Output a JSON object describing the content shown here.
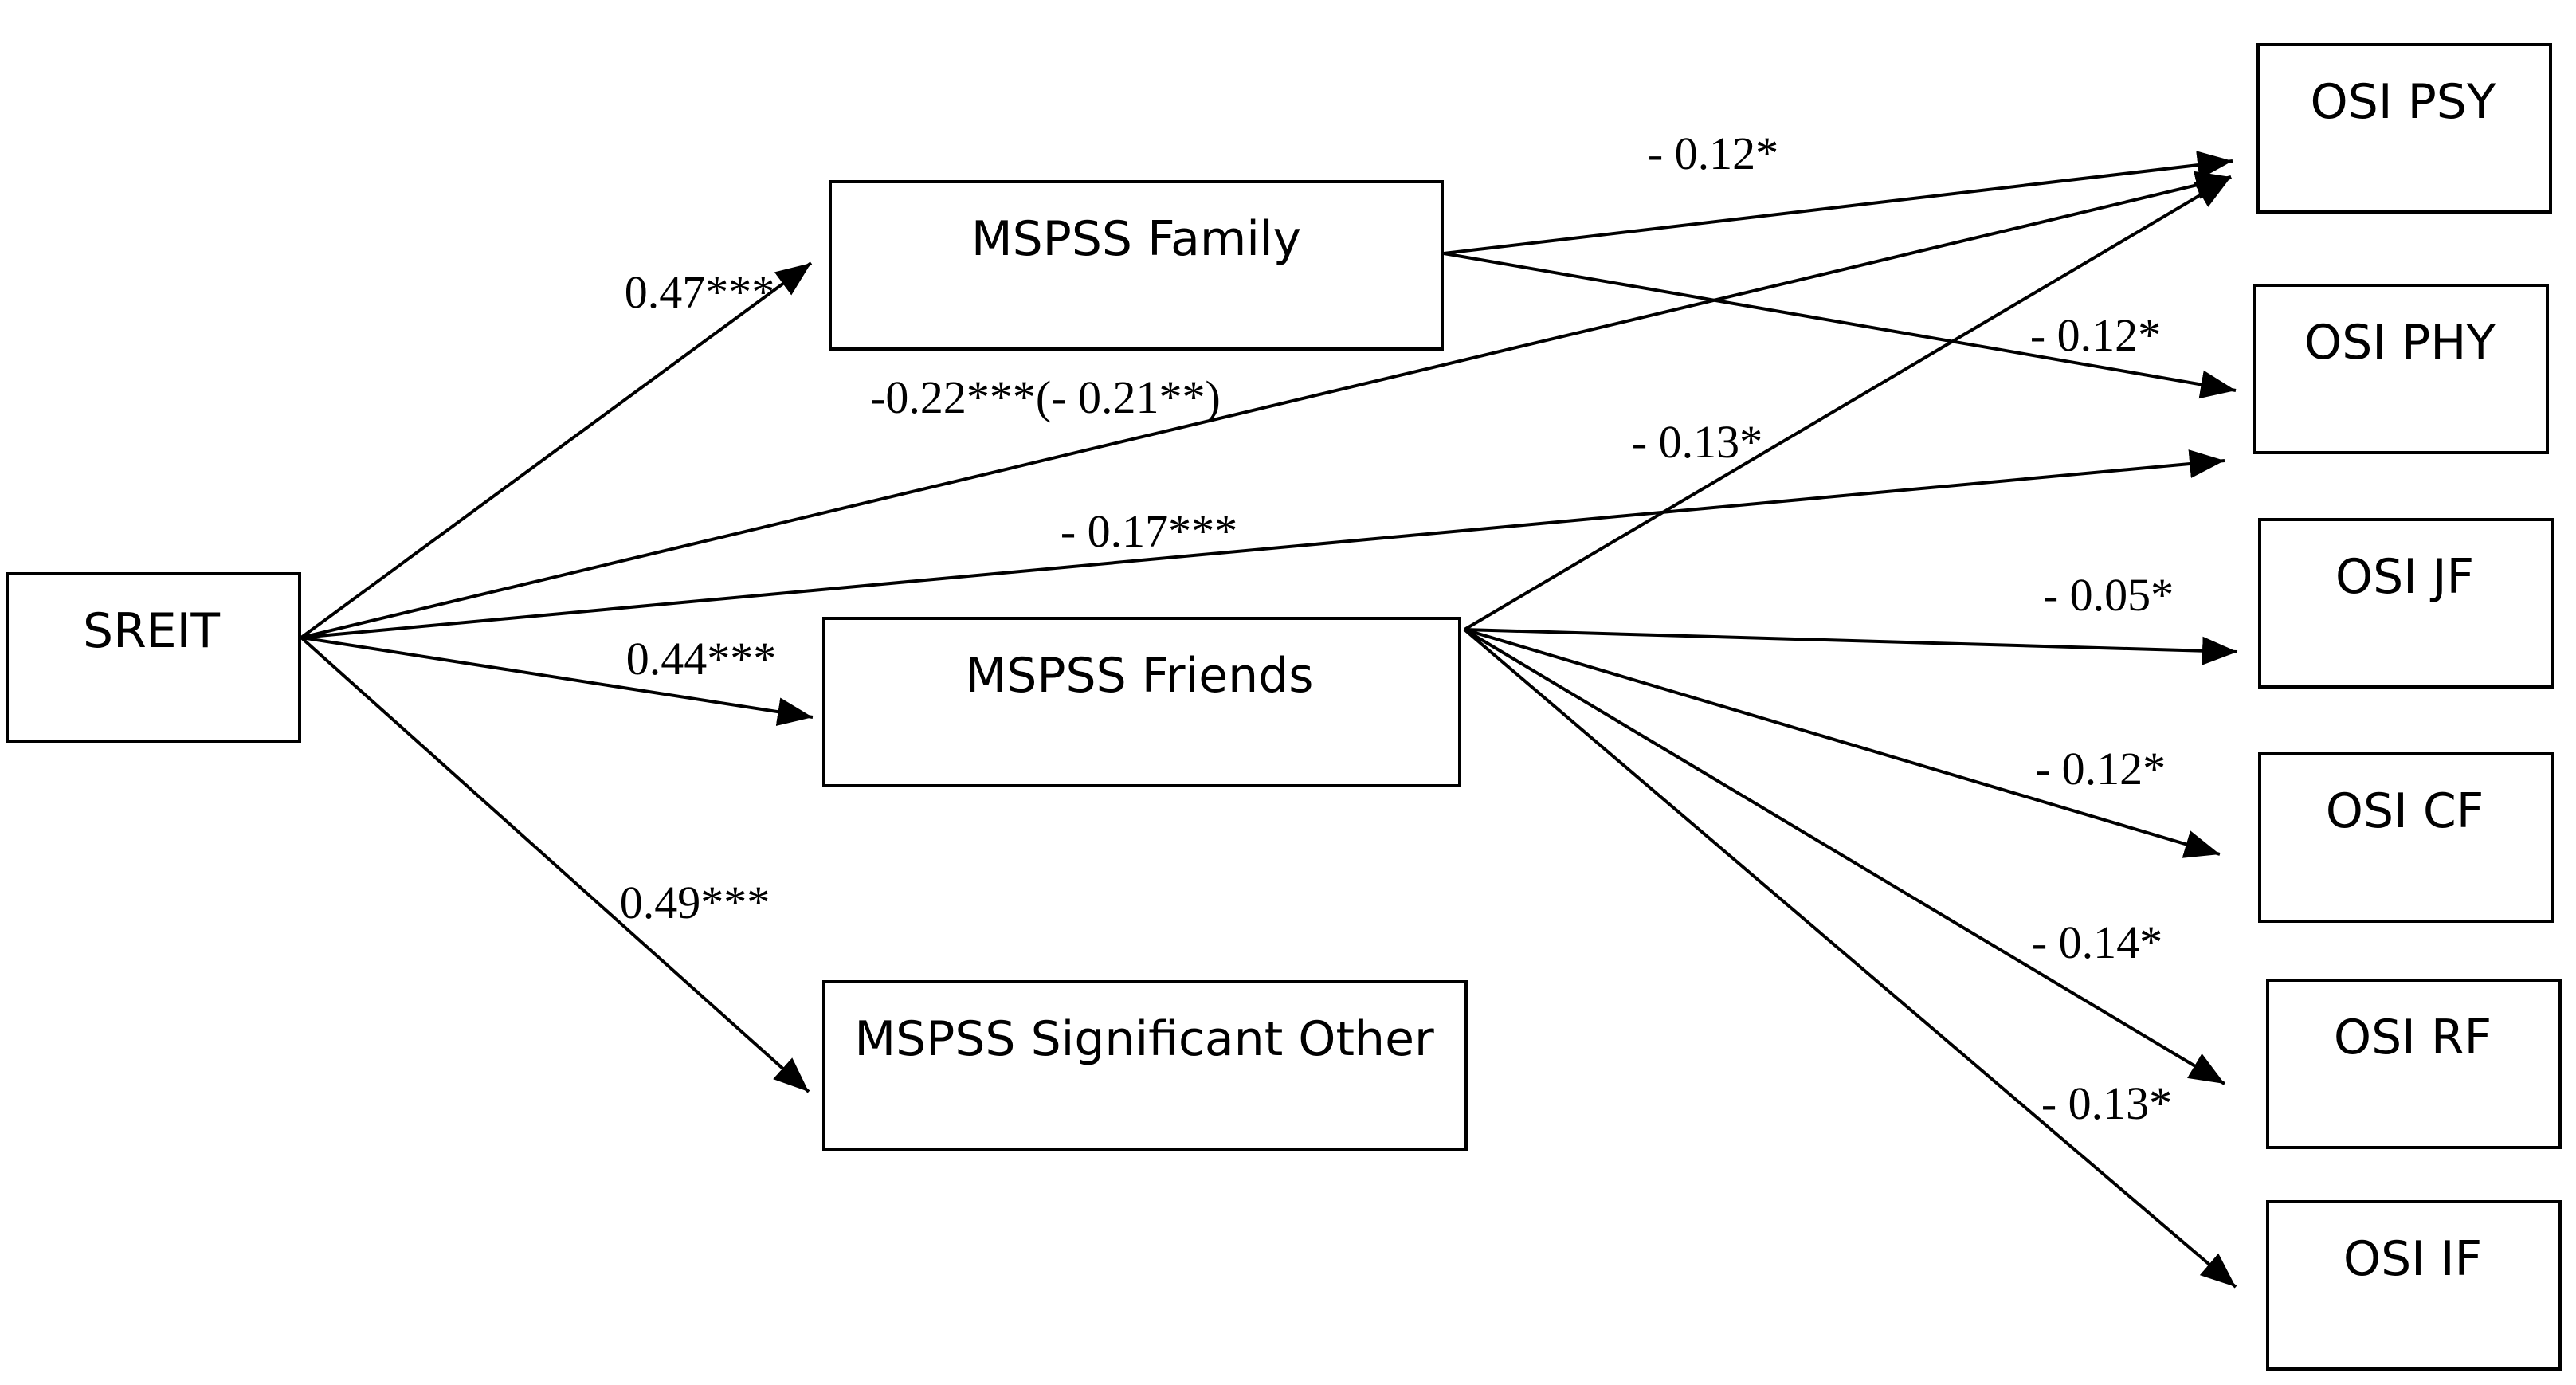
{
  "nodes": {
    "sreit": "SREIT",
    "family": "MSPSS Family",
    "friends": "MSPSS Friends",
    "significant_other": "MSPSS Significant Other",
    "osi_psy": "OSI PSY",
    "osi_phy": "OSI PHY",
    "osi_jf": "OSI JF",
    "osi_cf": "OSI CF",
    "osi_rf": "OSI RF",
    "osi_if": "OSI IF"
  },
  "edges": [
    {
      "from": "sreit",
      "to": "family",
      "label": "0.47***"
    },
    {
      "from": "sreit",
      "to": "friends",
      "label": "0.44***"
    },
    {
      "from": "sreit",
      "to": "significant_other",
      "label": "0.49***"
    },
    {
      "from": "sreit",
      "to": "osi_psy",
      "label": "-0.22***(- 0.21**)"
    },
    {
      "from": "sreit",
      "to": "osi_phy",
      "label": "- 0.17***"
    },
    {
      "from": "family",
      "to": "osi_psy",
      "label": "- 0.12*"
    },
    {
      "from": "family",
      "to": "osi_phy",
      "label": "- 0.12*"
    },
    {
      "from": "friends",
      "to": "osi_psy",
      "label": "- 0.13*"
    },
    {
      "from": "friends",
      "to": "osi_jf",
      "label": "- 0.05*"
    },
    {
      "from": "friends",
      "to": "osi_cf",
      "label": "- 0.12*"
    },
    {
      "from": "friends",
      "to": "osi_rf",
      "label": "- 0.14*"
    },
    {
      "from": "friends",
      "to": "osi_if",
      "label": "- 0.13*"
    }
  ]
}
